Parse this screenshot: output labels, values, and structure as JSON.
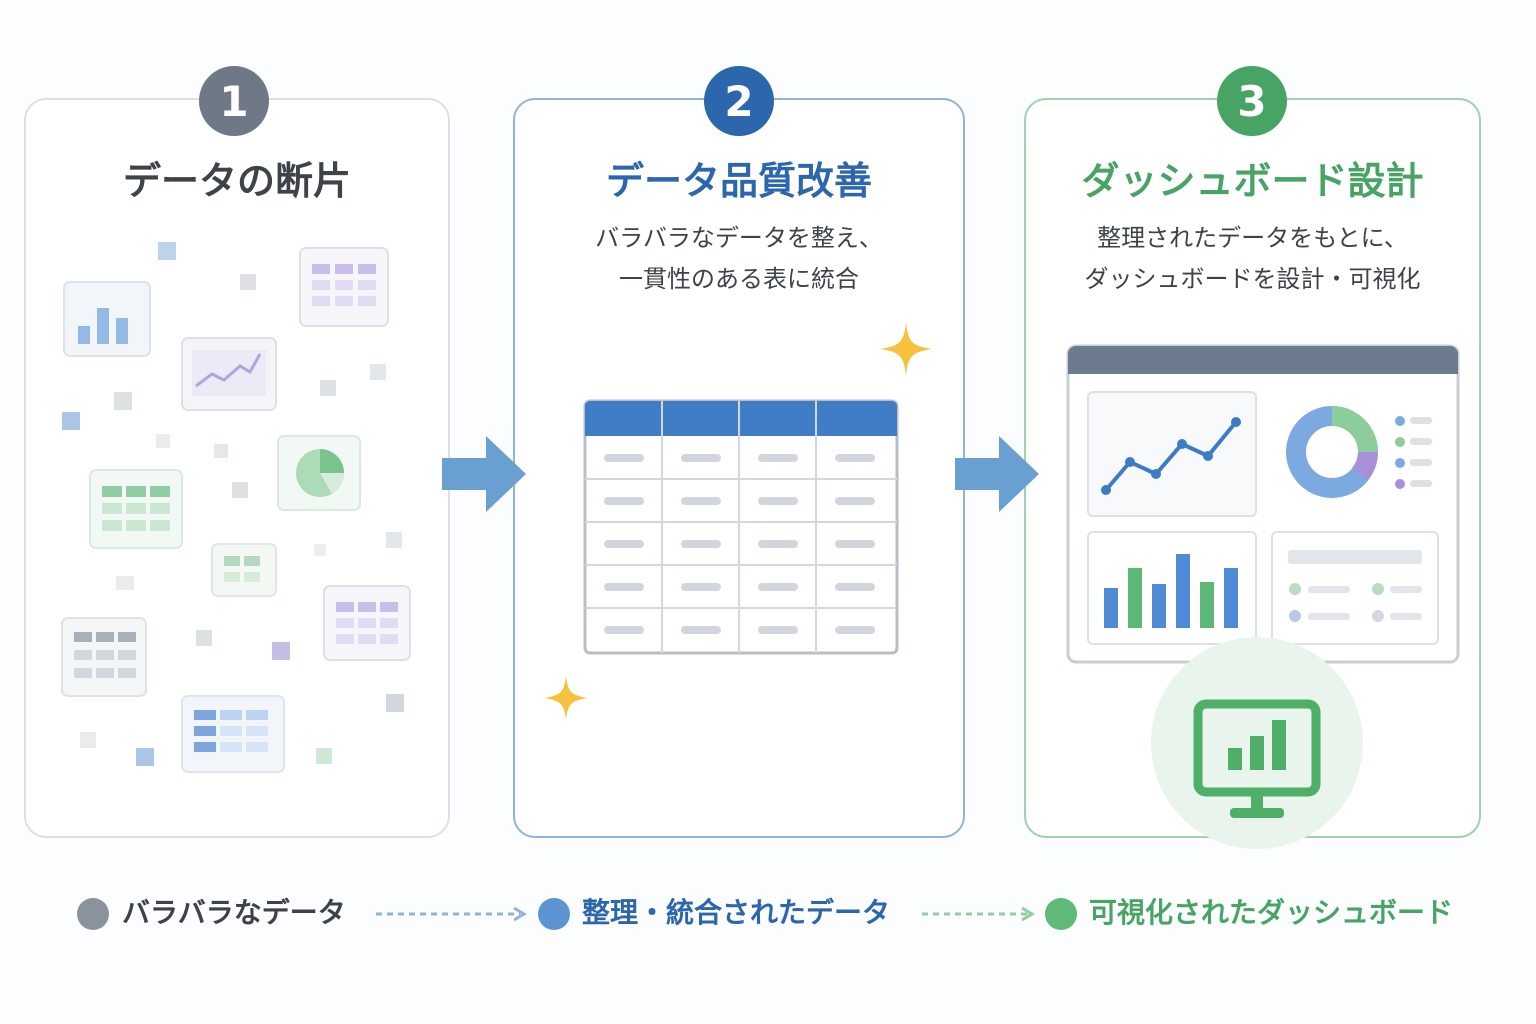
{
  "steps": [
    {
      "number": "1",
      "title": "データの断片"
    },
    {
      "number": "2",
      "title": "データ品質改善",
      "desc_line1": "バラバラなデータを整え、",
      "desc_line2": "一貫性のある表に統合"
    },
    {
      "number": "3",
      "title": "ダッシュボード設計",
      "desc_line1": "整理されたデータをもとに、",
      "desc_line2": "ダッシュボードを設計・可視化"
    }
  ],
  "legend": [
    {
      "label": "バラバラなデータ",
      "color": "#8a929e"
    },
    {
      "label": "整理・統合されたデータ",
      "color": "#5b93d3"
    },
    {
      "label": "可視化されたダッシュボード",
      "color": "#5dba78"
    }
  ],
  "colors": {
    "gray": "#6e7886",
    "blue": "#2c66ad",
    "green": "#48a465",
    "arrow": "#6a9fd2",
    "sparkle": "#f6c23e"
  },
  "icons": {
    "step2_table": "clean-table-icon",
    "step3_dashboard": "dashboard-icon",
    "step3_monitor": "monitor-chart-icon",
    "sparkle": "sparkle-icon"
  }
}
